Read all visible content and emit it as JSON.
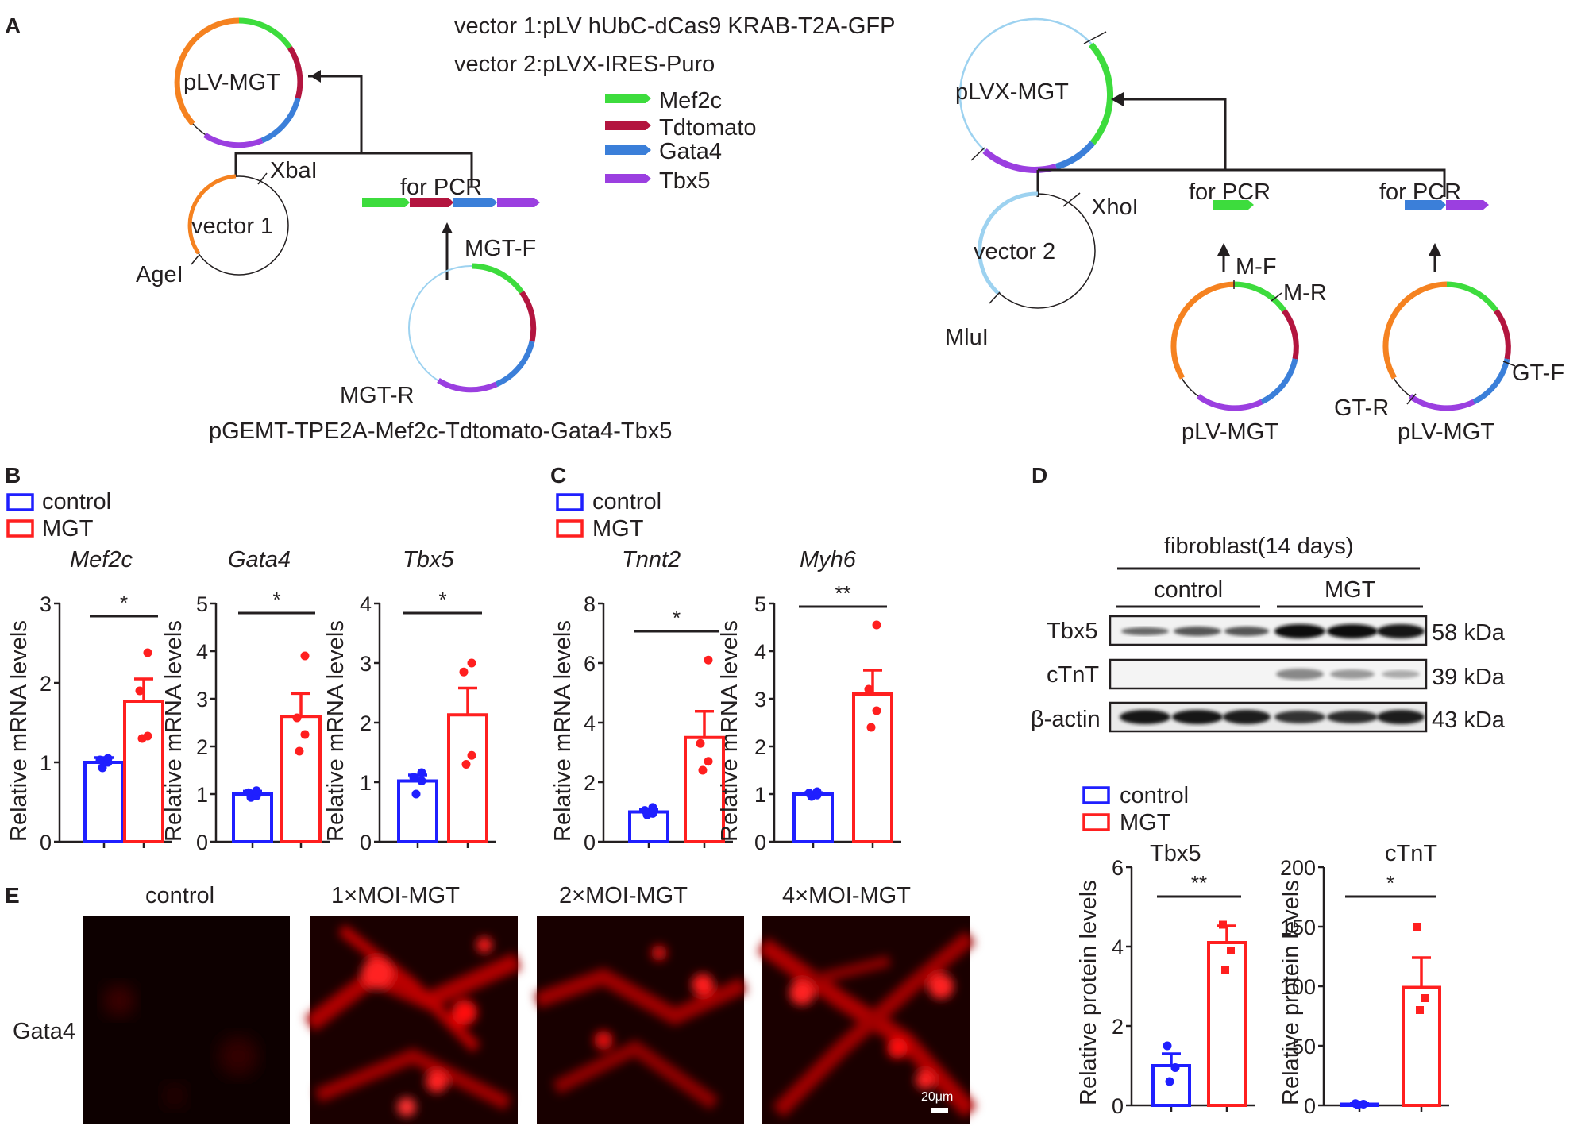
{
  "panel_labels": {
    "a": "A",
    "b": "B",
    "c": "C",
    "d": "D",
    "e": "E"
  },
  "panelA": {
    "vector1_desc": "vector 1:pLV hUbC-dCas9 KRAB-T2A-GFP",
    "vector2_desc": "vector 2:pLVX-IRES-Puro",
    "legend": [
      {
        "label": "Mef2c",
        "color": "#3ddc3d"
      },
      {
        "label": "Tdtomato",
        "color": "#b3153f"
      },
      {
        "label": "Gata4",
        "color": "#3b7fd9"
      },
      {
        "label": "Tbx5",
        "color": "#9b3fe0"
      }
    ],
    "plv_mgt": "pLV-MGT",
    "vector1": "vector 1",
    "xbal": "XbaI",
    "agel": "AgeI",
    "for_pcr": "for PCR",
    "mgt_f": "MGT-F",
    "mgt_r": "MGT-R",
    "pgemt": "pGEMT-TPE2A-Mef2c-Tdtomato-Gata4-Tbx5",
    "plvx_mgt": "pLVX-MGT",
    "vector2": "vector 2",
    "xhol": "XhoI",
    "mlul": "MluI",
    "m_f": "M-F",
    "m_r": "M-R",
    "gt_f": "GT-F",
    "gt_r": "GT-R"
  },
  "legend_common": {
    "control": "control",
    "mgt": "MGT",
    "control_color": "#1f1fff",
    "mgt_color": "#ff1f1f"
  },
  "ylabel_mrna": "Relative  mRNA levels",
  "ylabel_protein": "Relative  protein levels",
  "panelD": {
    "header": "fibroblast(14 days)",
    "control": "control",
    "mgt": "MGT",
    "rows": [
      {
        "label": "Tbx5",
        "size": "58 kDa"
      },
      {
        "label": "cTnT",
        "size": "39 kDa"
      },
      {
        "label": "β-actin",
        "size": "43 kDa"
      }
    ]
  },
  "panelE": {
    "titles": [
      "control",
      "1×MOI-MGT",
      "2×MOI-MGT",
      "4×MOI-MGT"
    ],
    "row_label": "Gata4",
    "scale_bar": "20μm"
  },
  "chart_data": [
    {
      "id": "mef2c",
      "type": "bar",
      "title": "Mef2c",
      "categories": [
        "control",
        "MGT"
      ],
      "values": [
        1.0,
        1.77
      ],
      "errors": [
        0.06,
        0.28
      ],
      "points": [
        [
          0.93,
          1.0,
          1.03,
          1.05
        ],
        [
          1.3,
          1.33,
          1.9,
          2.38
        ]
      ],
      "ylim": [
        0,
        3
      ],
      "yticks": [
        0,
        1,
        2,
        3
      ],
      "significance": "*",
      "ylabel": "Relative  mRNA levels"
    },
    {
      "id": "gata4",
      "type": "bar",
      "title": "Gata4",
      "categories": [
        "control",
        "MGT"
      ],
      "values": [
        1.0,
        2.63
      ],
      "errors": [
        0.06,
        0.48
      ],
      "points": [
        [
          0.93,
          0.96,
          1.03,
          1.07
        ],
        [
          1.9,
          2.25,
          2.6,
          3.9
        ]
      ],
      "ylim": [
        0,
        5
      ],
      "yticks": [
        0,
        1,
        2,
        3,
        4,
        5
      ],
      "significance": "*",
      "ylabel": "Relative  mRNA levels"
    },
    {
      "id": "tbx5",
      "type": "bar",
      "title": "Tbx5",
      "categories": [
        "control",
        "MGT"
      ],
      "values": [
        1.02,
        2.13
      ],
      "errors": [
        0.1,
        0.45
      ],
      "points": [
        [
          0.8,
          1.02,
          1.08,
          1.16
        ],
        [
          1.3,
          1.45,
          2.85,
          3.0
        ]
      ],
      "ylim": [
        0,
        4
      ],
      "yticks": [
        0,
        1,
        2,
        3,
        4
      ],
      "significance": "*",
      "ylabel": "Relative  mRNA levels"
    },
    {
      "id": "tnnt2",
      "type": "bar",
      "title": "Tnnt2",
      "categories": [
        "control",
        "MGT"
      ],
      "values": [
        1.0,
        3.5
      ],
      "errors": [
        0.08,
        0.88
      ],
      "points": [
        [
          0.9,
          0.95,
          1.05,
          1.15
        ],
        [
          2.4,
          2.7,
          3.3,
          6.1
        ]
      ],
      "ylim": [
        0,
        8
      ],
      "yticks": [
        0,
        2,
        4,
        6,
        8
      ],
      "significance": "*",
      "ylabel": "Relative  mRNA levels"
    },
    {
      "id": "myh6",
      "type": "bar",
      "title": "Myh6",
      "categories": [
        "control",
        "MGT"
      ],
      "values": [
        1.0,
        3.1
      ],
      "errors": [
        0.03,
        0.5
      ],
      "points": [
        [
          0.95,
          0.98,
          1.02,
          1.05
        ],
        [
          2.4,
          2.75,
          3.2,
          4.55
        ]
      ],
      "ylim": [
        0,
        5
      ],
      "yticks": [
        0,
        1,
        2,
        3,
        4,
        5
      ],
      "significance": "**",
      "ylabel": "Relative  mRNA levels"
    },
    {
      "id": "tbx5protein",
      "type": "bar",
      "title": "Tbx5",
      "categories": [
        "control",
        "MGT"
      ],
      "values": [
        1.0,
        4.1
      ],
      "errors": [
        0.3,
        0.42
      ],
      "points": [
        [
          0.6,
          0.95,
          1.5
        ],
        [
          3.4,
          3.9,
          4.55
        ]
      ],
      "ylim": [
        0,
        6
      ],
      "yticks": [
        0,
        2,
        4,
        6
      ],
      "significance": "**",
      "ylabel": "Relative  protein levels"
    },
    {
      "id": "ctntprotein",
      "type": "bar",
      "title": "cTnT",
      "categories": [
        "control",
        "MGT"
      ],
      "values": [
        1.0,
        99.0
      ],
      "errors": [
        0.5,
        25.0
      ],
      "points": [
        [
          0.5,
          1.0,
          1.5
        ],
        [
          80,
          90,
          150
        ]
      ],
      "ylim": [
        0,
        200
      ],
      "yticks": [
        0,
        50,
        100,
        150,
        200
      ],
      "significance": "*",
      "ylabel": "Relative  protein levels"
    }
  ]
}
